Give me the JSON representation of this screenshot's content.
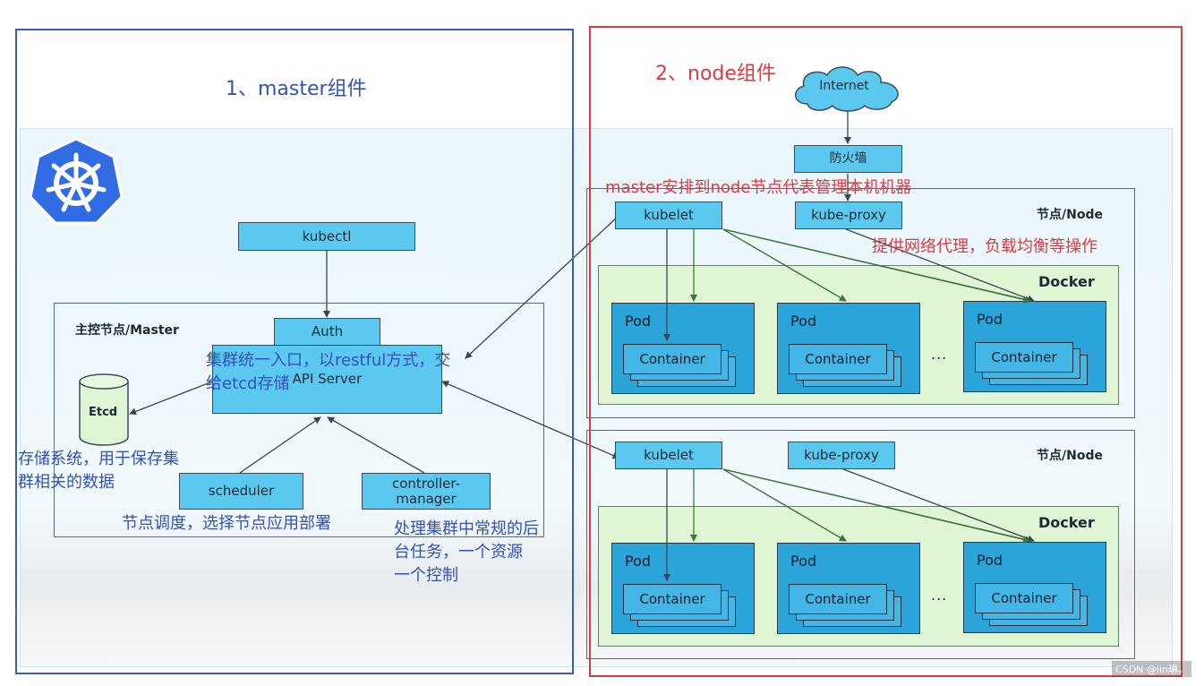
{
  "master_section": {
    "title": "1、master组件",
    "master_label": "主控节点/Master",
    "components": {
      "kubectl": "kubectl",
      "auth": "Auth",
      "api_server": "API Server",
      "etcd": "Etcd",
      "scheduler": "scheduler",
      "controller_manager_line1": "controller-",
      "controller_manager_line2": "manager"
    },
    "annotations": {
      "api_server_note_line1": "集群统一入口，以restful方式，交",
      "api_server_note_line2": "给etcd存储",
      "etcd_note_line1": "存储系统，用于保存集",
      "etcd_note_line2": "群相关的数据",
      "scheduler_note": "节点调度，选择节点应用部署",
      "controller_note_line1": "处理集群中常规的后",
      "controller_note_line2": "台任务，一个资源",
      "controller_note_line3": "一个控制"
    }
  },
  "node_section": {
    "title": "2、node组件",
    "internet": "Internet",
    "firewall": "防火墙",
    "node_label": "节点/Node",
    "kubelet": "kubelet",
    "kube_proxy": "kube-proxy",
    "docker": "Docker",
    "pod": "Pod",
    "container": "Container",
    "ellipsis": "...",
    "annotations": {
      "kubelet_note": "master安排到node节点代表管理本机机器",
      "proxy_note": "提供网络代理，负载均衡等操作"
    }
  },
  "watermark": "CSDN @lin琳。",
  "colors": {
    "component_fill": "#5bc8ef",
    "pod_fill": "#2aa4d9",
    "docker_fill": "#dff5d3",
    "master_box_border": "#3b5bc4",
    "node_box_border": "#e2383f",
    "logo_blue": "#326ce5"
  },
  "icons": {
    "logo": "kubernetes-helm-wheel-icon",
    "internet": "cloud-icon"
  }
}
